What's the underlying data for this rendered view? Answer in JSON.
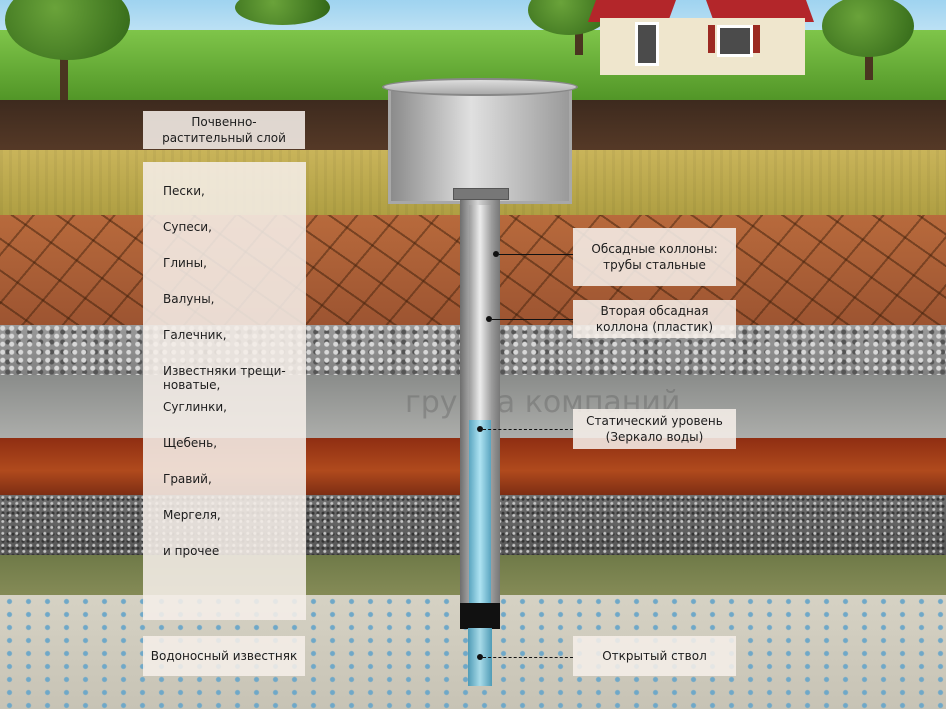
{
  "layers_list": {
    "items": [
      "Пески,",
      "Супеси,",
      "Глины,",
      "Валуны,",
      "Галечник,",
      "Известняки трещи-\nноватые,",
      "Суглинки,",
      "Щебень,",
      "Гравий,",
      "Мергеля,",
      "и прочее"
    ]
  },
  "labels": {
    "topsoil": "Почвенно-\nрастительный слой",
    "aquifer": "Водоносный известняк",
    "steel_casing": "Обсадные коллоны:\nтрубы стальные",
    "plastic_casing": "Вторая обсадная\nколлона (пластик)",
    "static_level": "Статический уровень\n(Зеркало воды)",
    "open_bore": "Открытый ствол"
  },
  "watermark": "группа компаний",
  "colors": {
    "label_bg": "#f5eee8",
    "water": "#7cc6dc",
    "red_clay": "#a3401a",
    "sand": "#c2ad52",
    "roof": "#b3262a"
  }
}
